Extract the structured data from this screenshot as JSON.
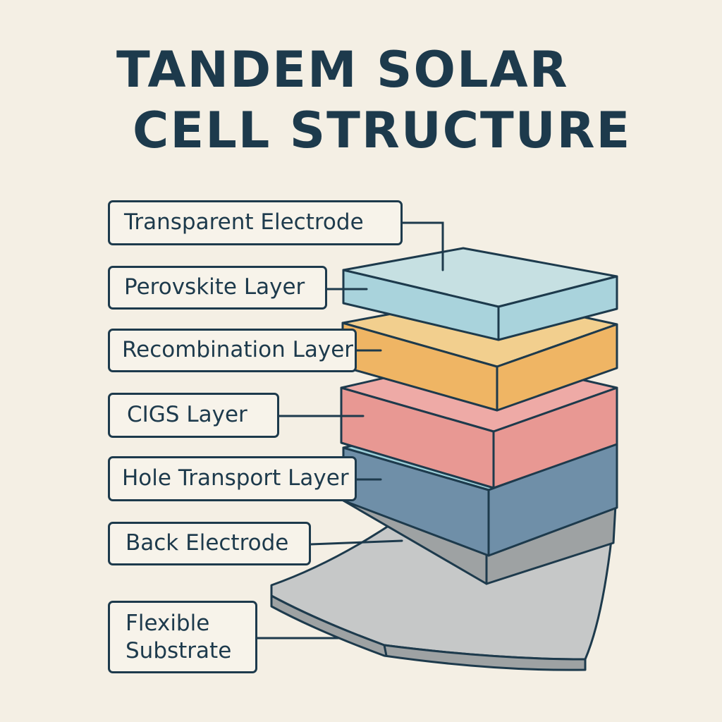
{
  "title": {
    "line1": "TANDEM SOLAR",
    "line2": "CELL STRUCTURE"
  },
  "layers": [
    {
      "label": "Transparent Electrode",
      "color_top": "#c6e0e2",
      "color_front": "#a9d3dc"
    },
    {
      "label": "Perovskite Layer",
      "color_top": "#a9d3dc",
      "color_front": "#a9d3dc"
    },
    {
      "label": "Recombination Layer",
      "color_top": "#f2cf8e",
      "color_front": "#efb564"
    },
    {
      "label": "CIGS Layer",
      "color_top": "#eeaaa6",
      "color_front": "#e89893"
    },
    {
      "label": "Hole Transport Layer",
      "color_top": "#9ccfd8",
      "color_front": "#6f8fa8"
    },
    {
      "label": "Back Electrode",
      "color_top": "#b7babb",
      "color_front": "#9ea2a3"
    }
  ],
  "substrate": {
    "line1": "Flexible",
    "line2": "Substrate",
    "color": "#c6c8c8"
  },
  "colors": {
    "outline": "#1d3a4c",
    "background": "#f4efe4"
  }
}
